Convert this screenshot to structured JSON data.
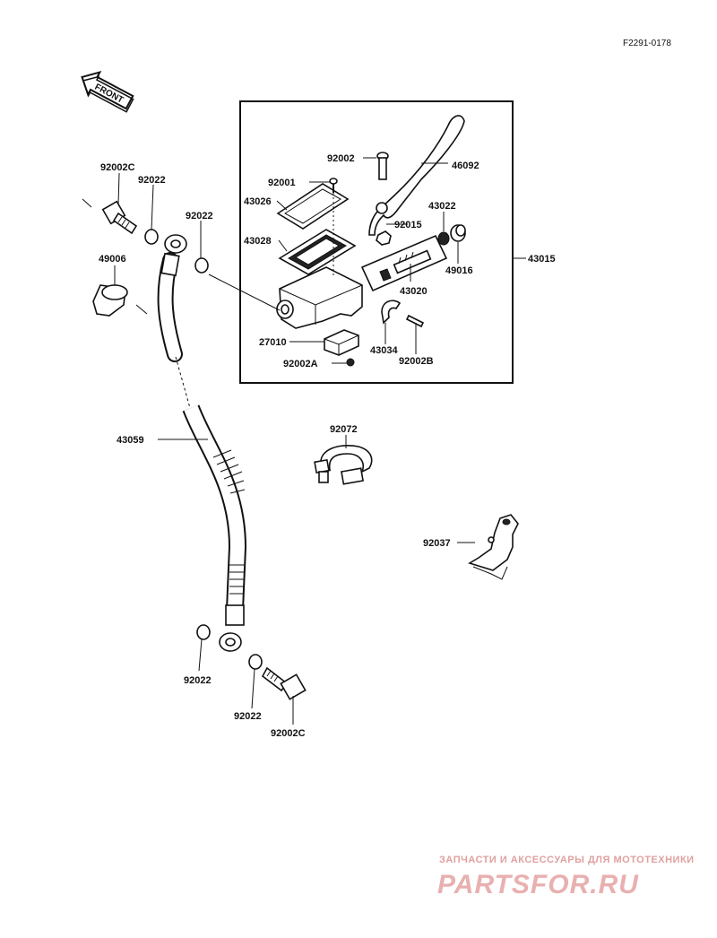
{
  "diagram_code": "F2291-0178",
  "front_label": "FRONT",
  "parts": {
    "p92002C_top": "92002C",
    "p92022_a": "92022",
    "p92022_b": "92022",
    "p49006": "49006",
    "p43059": "43059",
    "p92022_c": "92022",
    "p92022_d": "92022",
    "p92002C_bot": "92002C",
    "p92002": "92002",
    "p46092": "46092",
    "p92001": "92001",
    "p43026": "43026",
    "p43028": "43028",
    "p43022": "43022",
    "p92015": "92015",
    "p43015": "43015",
    "p49016": "49016",
    "p43020": "43020",
    "p27010": "27010",
    "p43034": "43034",
    "p92002A": "92002A",
    "p92002B": "92002B",
    "p92072": "92072",
    "p92037": "92037"
  },
  "watermark": {
    "tagline": "ЗАПЧАСТИ И АКСЕССУАРЫ ДЛЯ МОТОТЕХНИКИ",
    "brand": "PARTSFOR.RU"
  }
}
